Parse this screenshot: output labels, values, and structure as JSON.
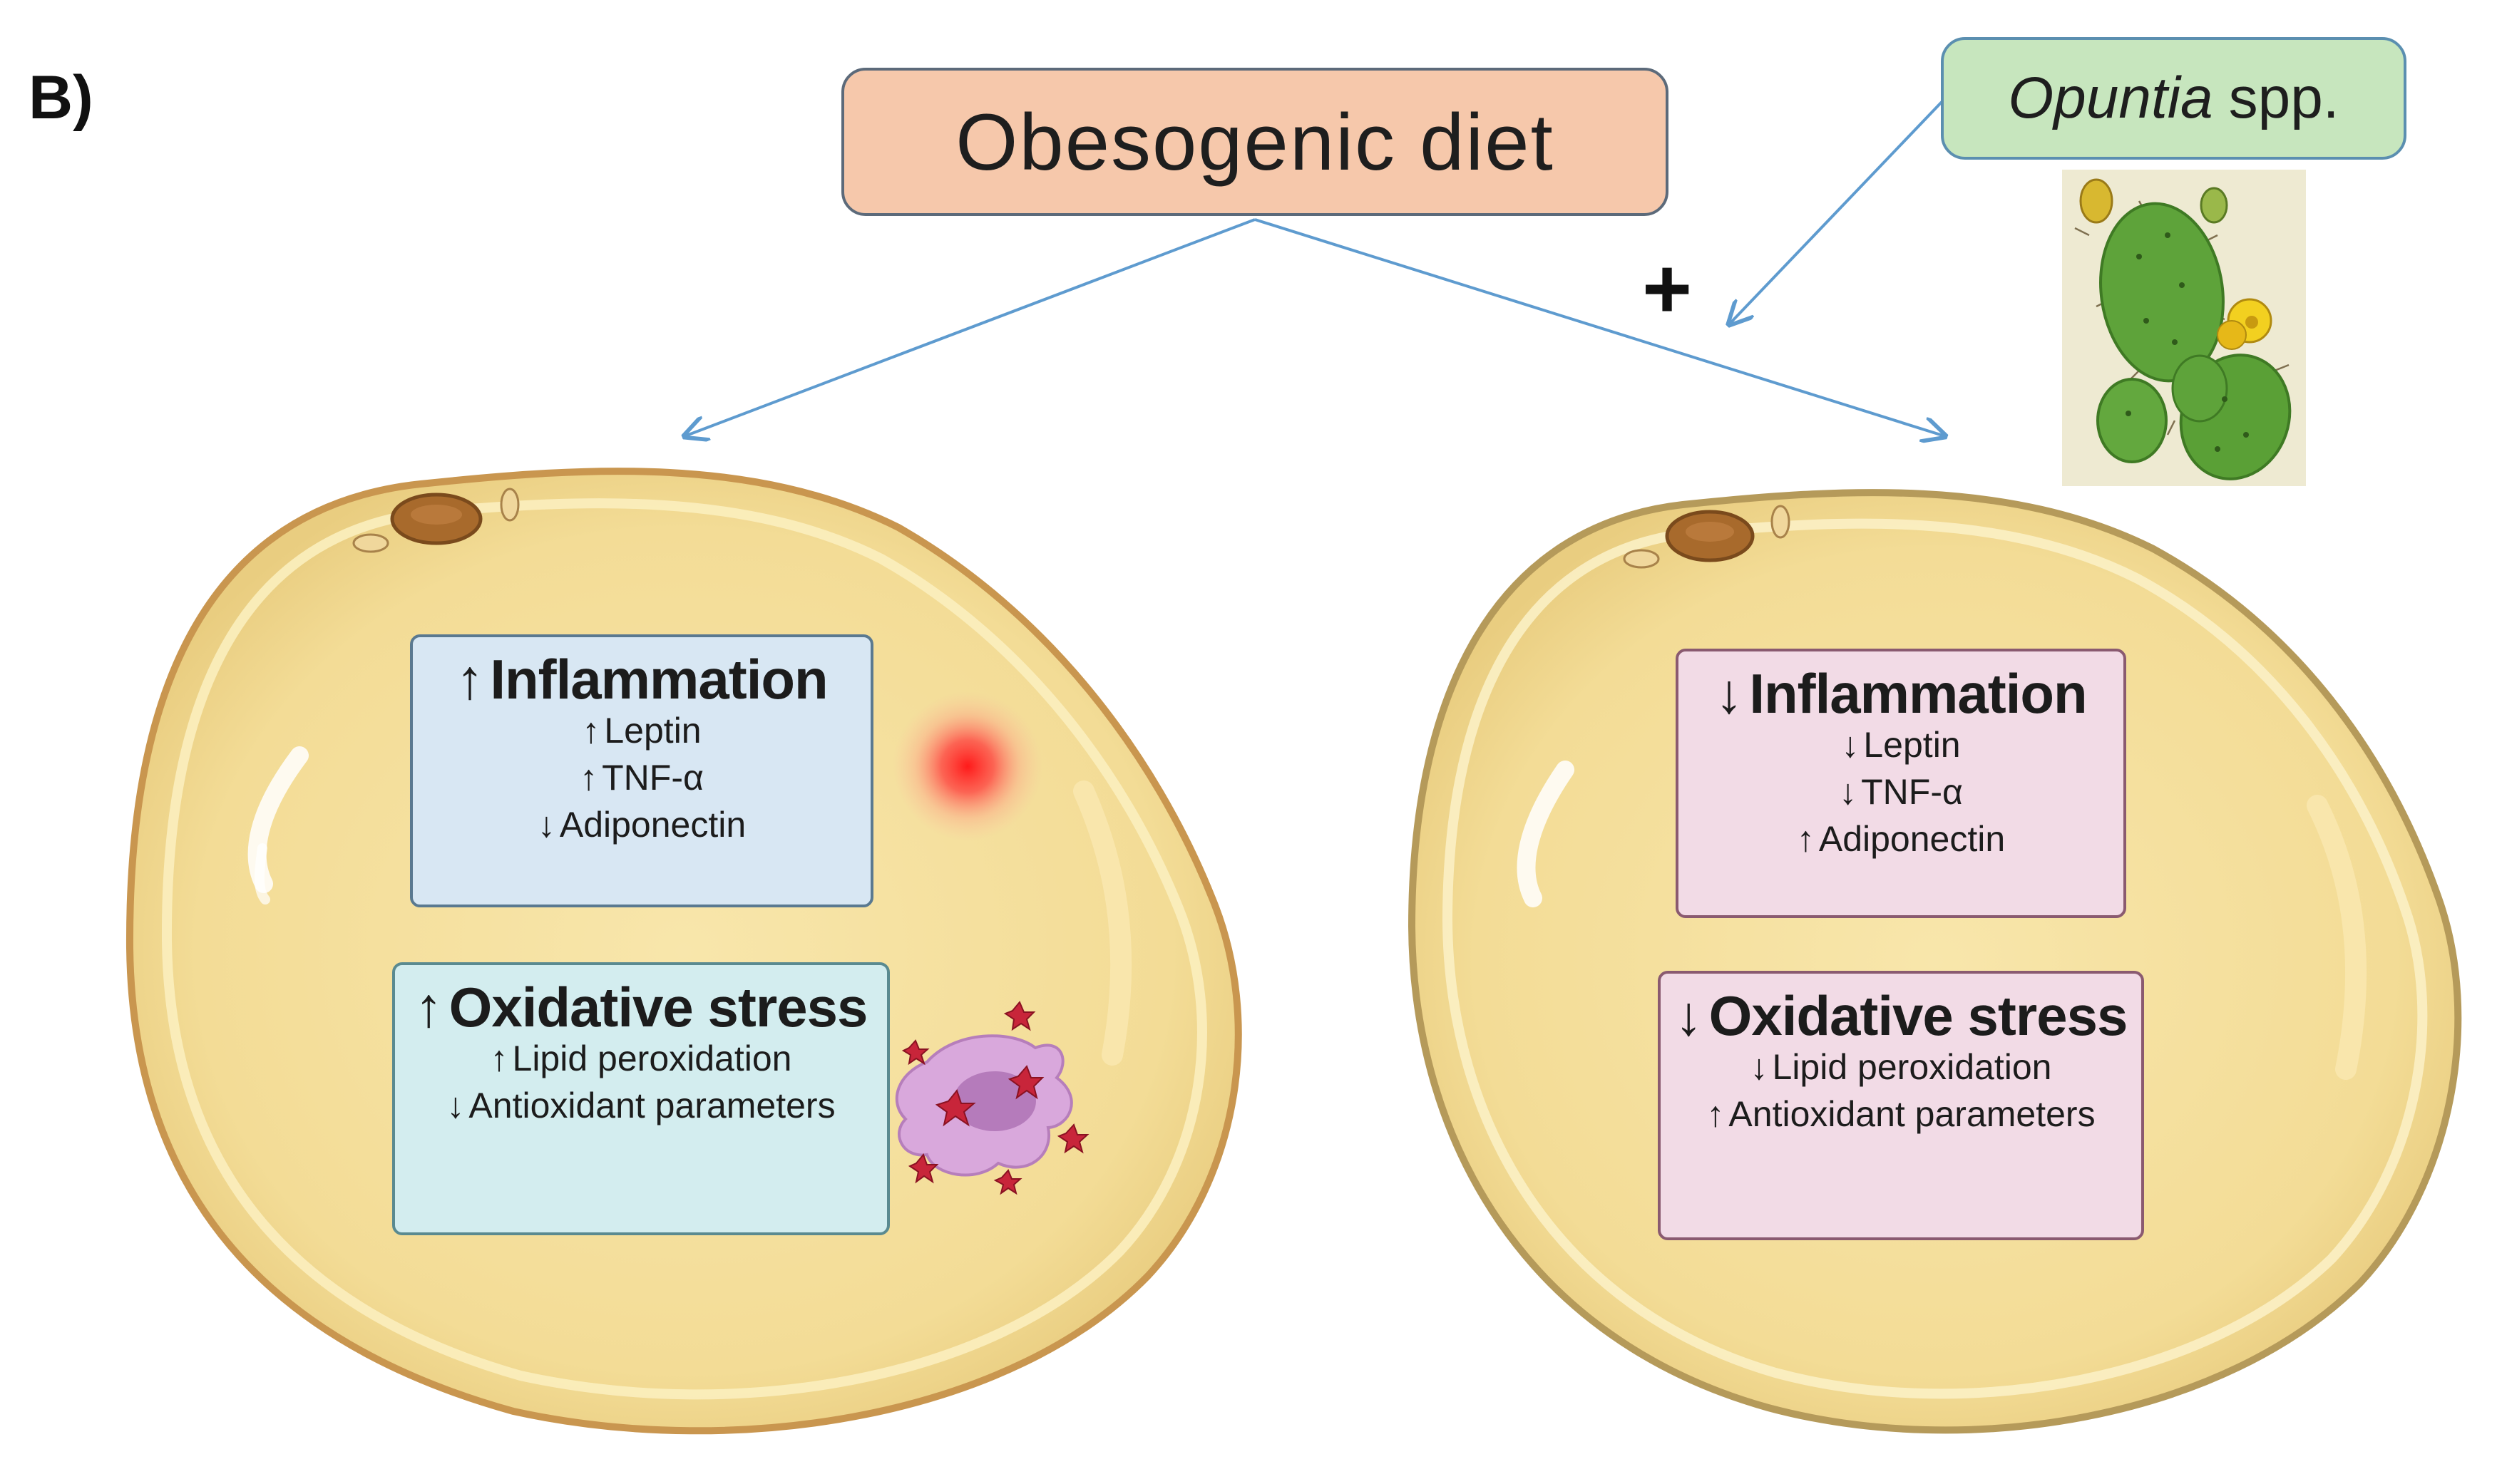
{
  "figure": {
    "panel_label": "B)",
    "plus_sign": "+"
  },
  "diet": {
    "label": "Obesogenic diet"
  },
  "supplement": {
    "genus": "Opuntia",
    "suffix": "spp."
  },
  "left_cell": {
    "inflammation": {
      "title_arrow": "↑",
      "title": "Inflammation",
      "items": [
        {
          "arrow": "↑",
          "text": "Leptin"
        },
        {
          "arrow": "↑",
          "text": "TNF-α"
        },
        {
          "arrow": "↓",
          "text": "Adiponectin"
        }
      ]
    },
    "oxidative": {
      "title_arrow": "↑",
      "title": "Oxidative stress",
      "items": [
        {
          "arrow": "↑",
          "text": "Lipid peroxidation"
        },
        {
          "arrow": "↓",
          "text": "Antioxidant parameters"
        }
      ]
    }
  },
  "right_cell": {
    "inflammation": {
      "title_arrow": "↓",
      "title": "Inflammation",
      "items": [
        {
          "arrow": "↓",
          "text": "Leptin"
        },
        {
          "arrow": "↓",
          "text": "TNF-α"
        },
        {
          "arrow": "↑",
          "text": "Adiponectin"
        }
      ]
    },
    "oxidative": {
      "title_arrow": "↓",
      "title": "Oxidative stress",
      "items": [
        {
          "arrow": "↓",
          "text": "Lipid peroxidation"
        },
        {
          "arrow": "↑",
          "text": "Antioxidant parameters"
        }
      ]
    }
  },
  "colors": {
    "cell_fill": "#f7e2a0",
    "cell_border": "#c9964f",
    "inflammation_box_left": "#d8e7f3",
    "oxidative_box_left": "#d3edef",
    "box_right": "#f2dbe6",
    "arrow": "#5e9bcf"
  },
  "icons": [
    "adipocyte-cell-icon",
    "inflammation-glow-icon",
    "macrophage-ros-icon",
    "cactus-icon"
  ]
}
